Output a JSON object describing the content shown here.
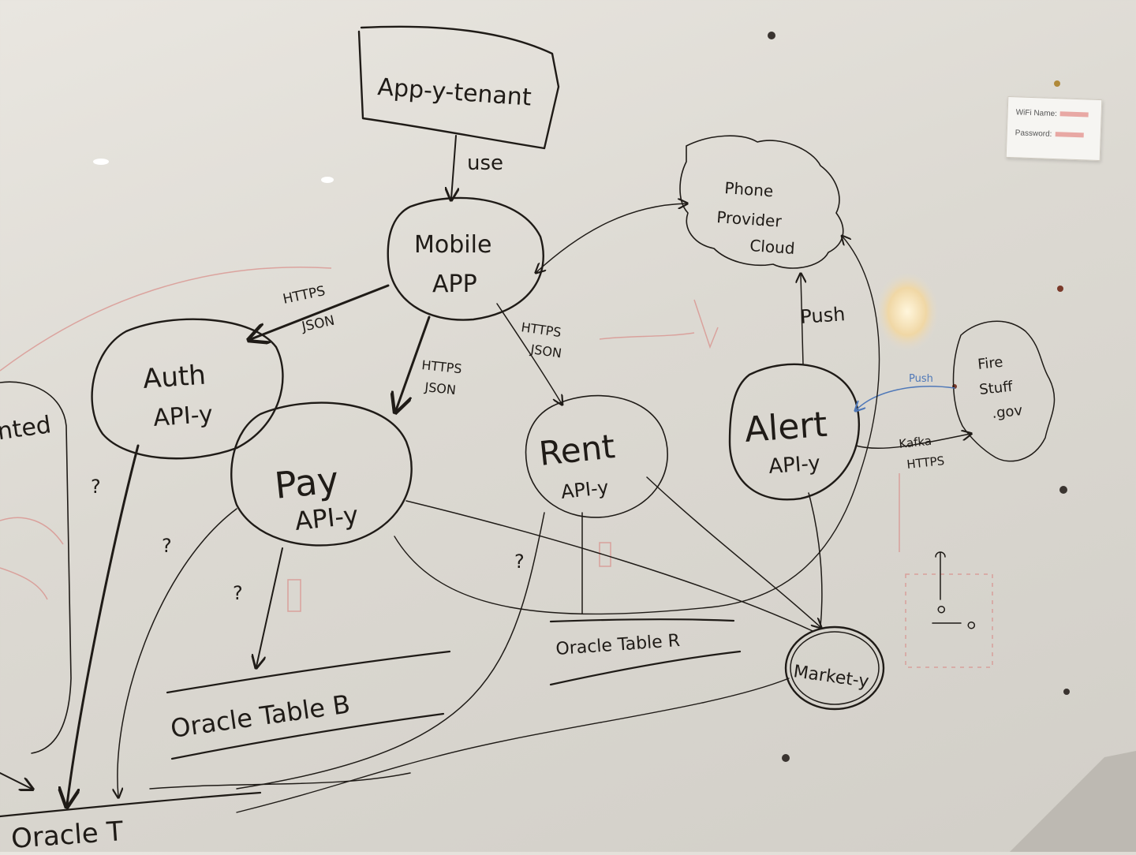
{
  "nodes": {
    "tenant": "App-y-tenant",
    "mobile_line1": "Mobile",
    "mobile_line2": "APP",
    "phone_line1": "Phone",
    "phone_line2": "Provider",
    "phone_line3": "Cloud",
    "auth_line1": "Auth",
    "auth_line2": "API-y",
    "pay_line1": "Pay",
    "pay_line2": "API-y",
    "rent_line1": "Rent",
    "rent_line2": "API-y",
    "alert_line1": "Alert",
    "alert_line2": "API-y",
    "fire_line1": "Fire",
    "fire_line2": "Stuff",
    "fire_line3": ".gov",
    "market": "Market-y",
    "oracle_b": "Oracle Table B",
    "oracle_r": "Oracle Table R",
    "oracle_t": "Oracle T",
    "partial_left": "ented"
  },
  "edges": {
    "use": "use",
    "https1": "HTTPS",
    "json1": "JSON",
    "https2": "HTTPS",
    "json2": "JSON",
    "https3": "HTTPS",
    "json3": "JSON",
    "push": "Push",
    "push_blue": "Push",
    "kafka": "Kafka",
    "https4": "HTTPS",
    "q1": "?",
    "q2": "?",
    "q3": "?",
    "q4": "?"
  },
  "wifi": {
    "name_label": "WiFi Name:",
    "password_label": "Password:"
  },
  "colors": {
    "marker": "#1f1b17",
    "faint_red": "#d98a86",
    "blue": "#4f78b8"
  }
}
